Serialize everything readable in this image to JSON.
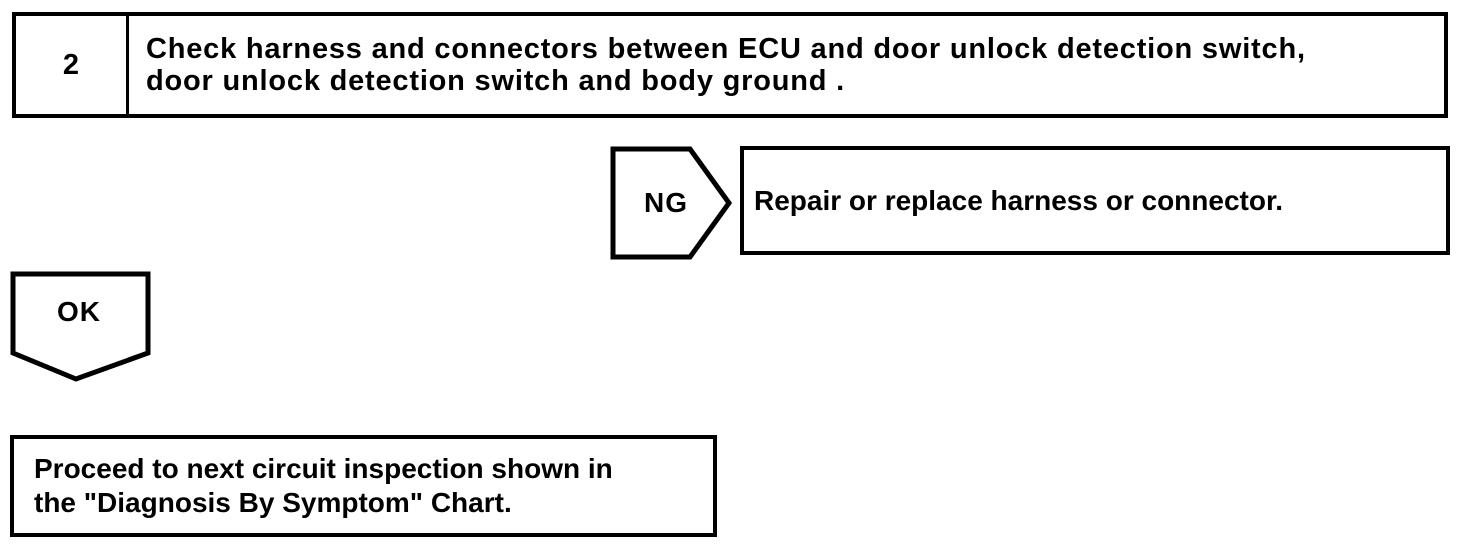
{
  "flowchart": {
    "step": {
      "number": "2",
      "instruction": "Check harness and connectors between ECU and door unlock detection switch,\ndoor unlock detection switch and body ground ."
    },
    "ng_branch": {
      "label": "NG",
      "action": "Repair or replace harness or connector."
    },
    "ok_branch": {
      "label": "OK",
      "action": "Proceed to next circuit inspection shown in\nthe \"Diagnosis By Symptom\" Chart."
    },
    "colors": {
      "line": "#000000",
      "background": "#ffffff"
    }
  }
}
